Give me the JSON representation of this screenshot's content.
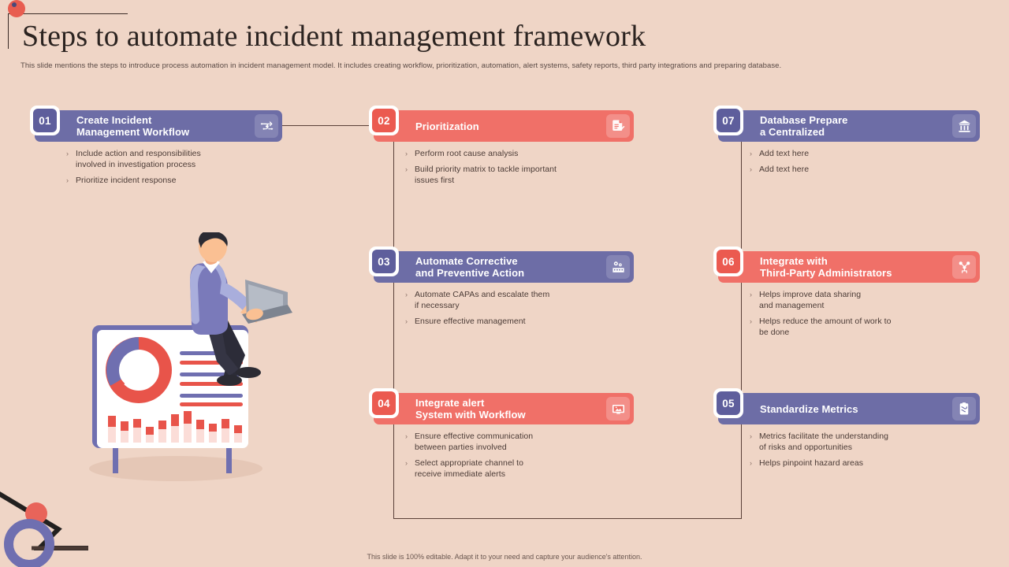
{
  "slide": {
    "title": "Steps to automate incident management framework",
    "subtitle": "This slide mentions the steps to introduce process automation in incident management  model. It includes creating workflow, prioritization, automation, alert systems, safety reports, third party integrations and preparing database.",
    "footer": "This slide is 100% editable.  Adapt it to your need and capture your audience's attention."
  },
  "colors": {
    "background": "#EFD5C6",
    "purple": "#6D6DA6",
    "purple_badge": "#5E5E9C",
    "coral": "#F07068",
    "coral_badge": "#EB5A50",
    "title_text": "#2B2320",
    "body_text": "#4B3B36",
    "connector": "#5A4038"
  },
  "steps": [
    {
      "number": "01",
      "title": "Create Incident\nManagement Workflow",
      "theme": "purple",
      "icon": "workflow-nodes-icon",
      "bullets": [
        "Include action and responsibilities\ninvolved  in investigation  process",
        "Prioritize incident response"
      ]
    },
    {
      "number": "02",
      "title": "Prioritization",
      "theme": "coral",
      "icon": "document-checklist-icon",
      "bullets": [
        "Perform  root cause analysis",
        "Build priority  matrix to tackle important\nissues first"
      ]
    },
    {
      "number": "03",
      "title": "Automate Corrective\nand Preventive Action",
      "theme": "purple",
      "icon": "factory-gear-icon",
      "bullets": [
        "Automate CAPAs and escalate them\nif necessary",
        "Ensure effective  management"
      ]
    },
    {
      "number": "04",
      "title": "Integrate alert\nSystem with Workflow",
      "theme": "coral",
      "icon": "monitor-alert-icon",
      "bullets": [
        "Ensure effective  communication\nbetween  parties involved",
        "Select appropriate  channel  to\nreceive  immediate  alerts"
      ]
    },
    {
      "number": "05",
      "title": "Standardize Metrics",
      "theme": "purple",
      "icon": "clipboard-metrics-icon",
      "bullets": [
        "Metrics facilitate the understanding\nof risks and opportunities",
        "Helps pinpoint hazard  areas"
      ]
    },
    {
      "number": "06",
      "title": "Integrate with\nThird-Party Administrators",
      "theme": "coral",
      "icon": "network-share-icon",
      "bullets": [
        "Helps improve  data sharing\nand management",
        "Helps reduce the amount of work to\nbe done"
      ]
    },
    {
      "number": "07",
      "title": "Database Prepare\na Centralized",
      "theme": "purple",
      "icon": "bank-building-icon",
      "bullets": [
        "Add text here",
        "Add text here"
      ]
    }
  ],
  "illustration": {
    "name": "person-with-laptop-on-dashboard-board",
    "alt": "Man sitting on a whiteboard showing a donut chart, bar chart and text lines while working on a laptop"
  },
  "bullet_marker": "›"
}
